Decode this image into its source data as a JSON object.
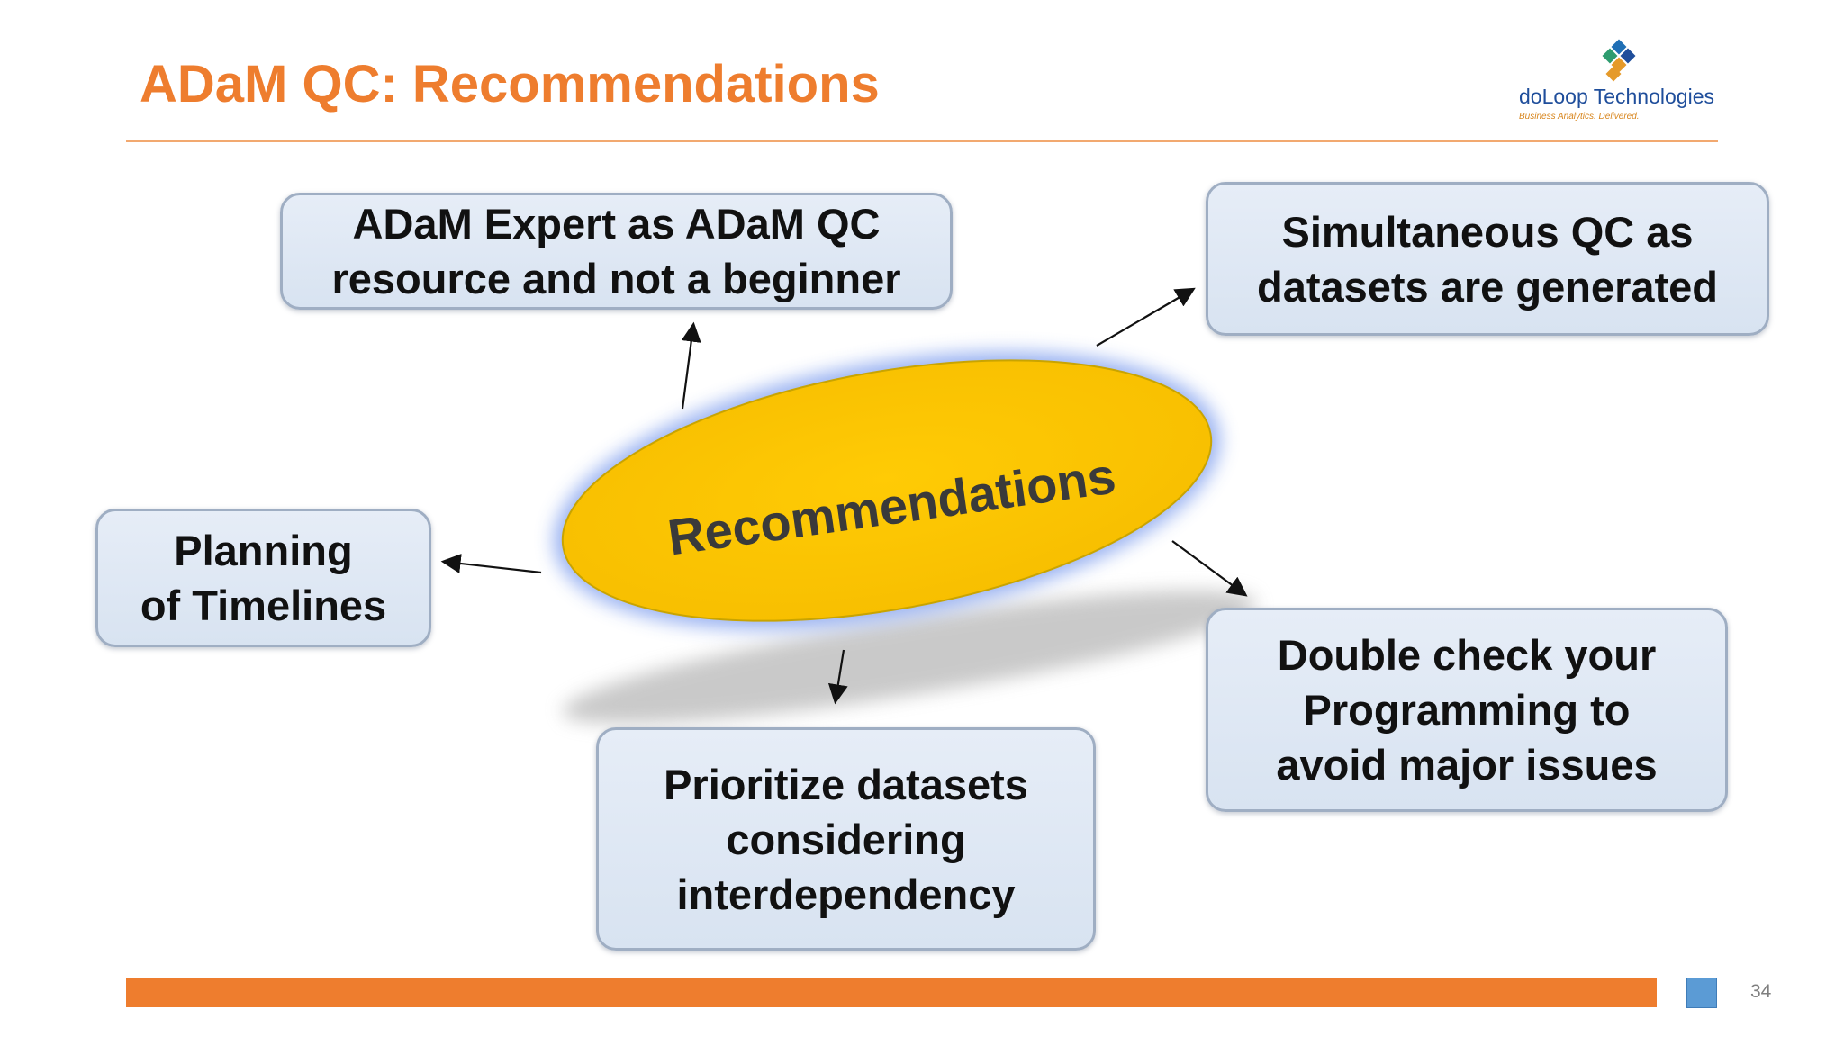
{
  "slide": {
    "title": "ADaM QC: Recommendations",
    "page_number": "34"
  },
  "logo": {
    "name": "doLoop Technologies",
    "tagline": "Business Analytics. Delivered."
  },
  "diagram": {
    "center_label": "Recommendations",
    "boxes": [
      {
        "id": "expert",
        "text": "ADaM Expert as ADaM QC\nresource and not a beginner"
      },
      {
        "id": "simultaneous",
        "text": "Simultaneous QC as\ndatasets are generated"
      },
      {
        "id": "planning",
        "text": "Planning\nof Timelines"
      },
      {
        "id": "double-check",
        "text": "Double check your\nProgramming to\navoid major issues"
      },
      {
        "id": "prioritize",
        "text": "Prioritize datasets\nconsidering\ninterdependency"
      }
    ]
  },
  "colors": {
    "accent": "#EE7D2E",
    "ellipse_fill": "#FFC400",
    "ellipse_glow": "#8FAAF0",
    "box_fill": "#DCE6F2",
    "box_border": "#9FAEC3",
    "page_square": "#5B9BD5"
  }
}
